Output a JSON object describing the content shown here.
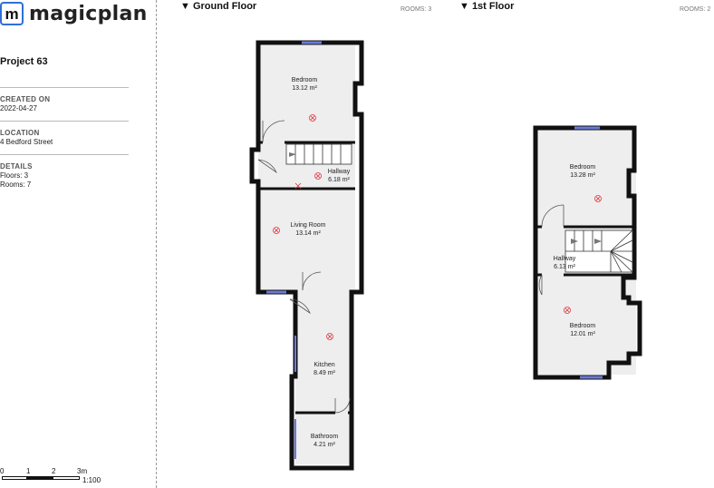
{
  "logo": {
    "mark": "m",
    "text": "magicplan"
  },
  "project": {
    "title": "Project 63"
  },
  "meta": [
    {
      "label": "CREATED ON",
      "lines": [
        "2022-04-27"
      ]
    },
    {
      "label": "LOCATION",
      "lines": [
        "4 Bedford Street"
      ]
    },
    {
      "label": "DETAILS",
      "lines": [
        "Floors: 3",
        "Rooms: 7"
      ]
    }
  ],
  "scale": {
    "ticks": [
      "0",
      "1",
      "2",
      "3m"
    ],
    "ratio": "1:100"
  },
  "floors": [
    {
      "title": "▼ Ground Floor",
      "rooms_label": "ROOMS: 3",
      "rooms": [
        {
          "name": "Bedroom",
          "area": "13.12 m²"
        },
        {
          "name": "Hallway",
          "area": "6.18 m²"
        },
        {
          "name": "Living Room",
          "area": "13.14 m²"
        },
        {
          "name": "Kitchen",
          "area": "8.49 m²"
        },
        {
          "name": "Bathroom",
          "area": "4.21 m²"
        }
      ]
    },
    {
      "title": "▼ 1st Floor",
      "rooms_label": "ROOMS: 2",
      "rooms": [
        {
          "name": "Bedroom",
          "area": "13.28 m²"
        },
        {
          "name": "Hallway",
          "area": "6.13 m²"
        },
        {
          "name": "Bedroom",
          "area": "12.01 m²"
        }
      ]
    }
  ],
  "colors": {
    "accent": "#2f6fd6",
    "wall": "#111111",
    "floor": "#eeeeee",
    "marker": "#e0303a",
    "window": "#6b7bd6"
  }
}
